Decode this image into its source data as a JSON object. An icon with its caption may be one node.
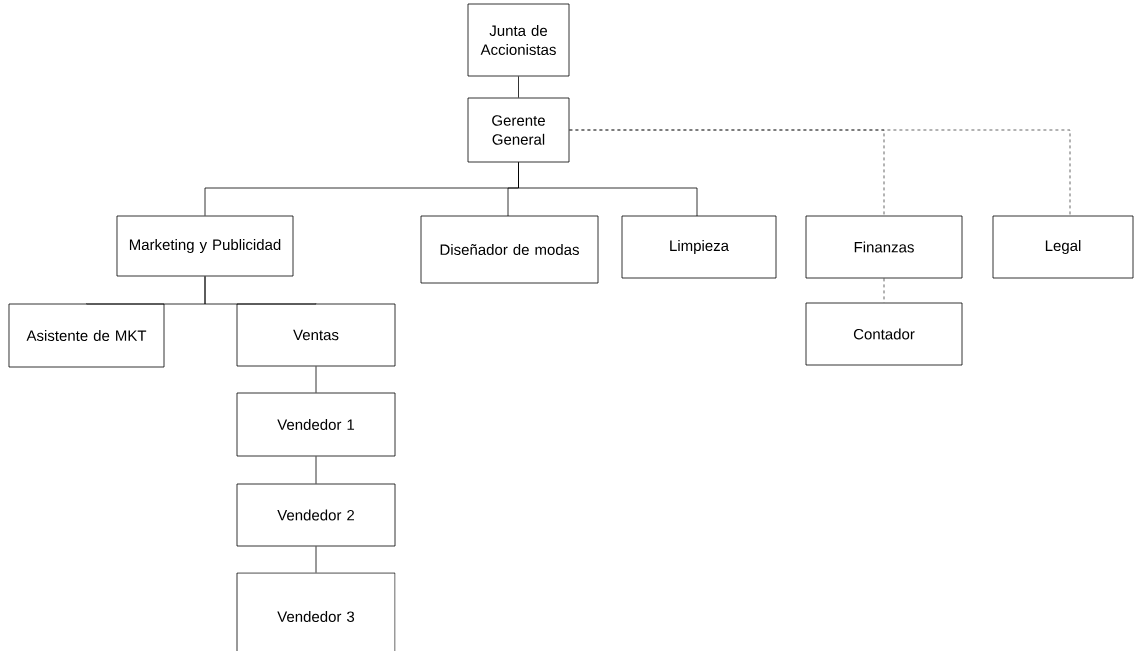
{
  "diagram": {
    "nodes": [
      {
        "text": [
          "Junta de Accionistas"
        ]
      },
      {
        "text": [
          "Gerente General"
        ]
      },
      {
        "text": [
          "Marketing y Publicidad"
        ]
      },
      {
        "text": [
          "Diseñador de modas"
        ]
      },
      {
        "text": [
          "Limpieza"
        ]
      },
      {
        "text": [
          "Finanzas"
        ]
      },
      {
        "text": [
          "Legal"
        ]
      },
      {
        "text": [
          "Contador"
        ]
      },
      {
        "text": [
          "Asistente de MKT"
        ]
      },
      {
        "text": [
          "Ventas"
        ]
      },
      {
        "text": [
          "Vendedor 1"
        ]
      },
      {
        "text": [
          "Vendedor 2"
        ]
      },
      {
        "text": [
          "Vendedor 3"
        ]
      }
    ],
    "edges": [
      {
        "from": 0,
        "to": 1,
        "arrow": "none"
      },
      {
        "from": 1,
        "to": 2,
        "arrow": "none"
      },
      {
        "from": 1,
        "to": 3,
        "arrow": "none"
      },
      {
        "from": 1,
        "to": 4,
        "arrow": "none"
      },
      {
        "from": 1,
        "to": 5,
        "arrow": "none",
        "style": "dashed"
      },
      {
        "from": 1,
        "to": 6,
        "arrow": "none",
        "style": "dashed"
      },
      {
        "from": 5,
        "to": 7,
        "arrow": "none",
        "style": "dashed"
      },
      {
        "from": 2,
        "to": 8,
        "arrow": "none"
      },
      {
        "from": 2,
        "to": 9,
        "arrow": "none"
      },
      {
        "from": 9,
        "to": 10,
        "arrow": "none"
      },
      {
        "from": 10,
        "to": 11,
        "arrow": "none"
      },
      {
        "from": 11,
        "to": 12,
        "arrow": "none"
      }
    ]
  }
}
